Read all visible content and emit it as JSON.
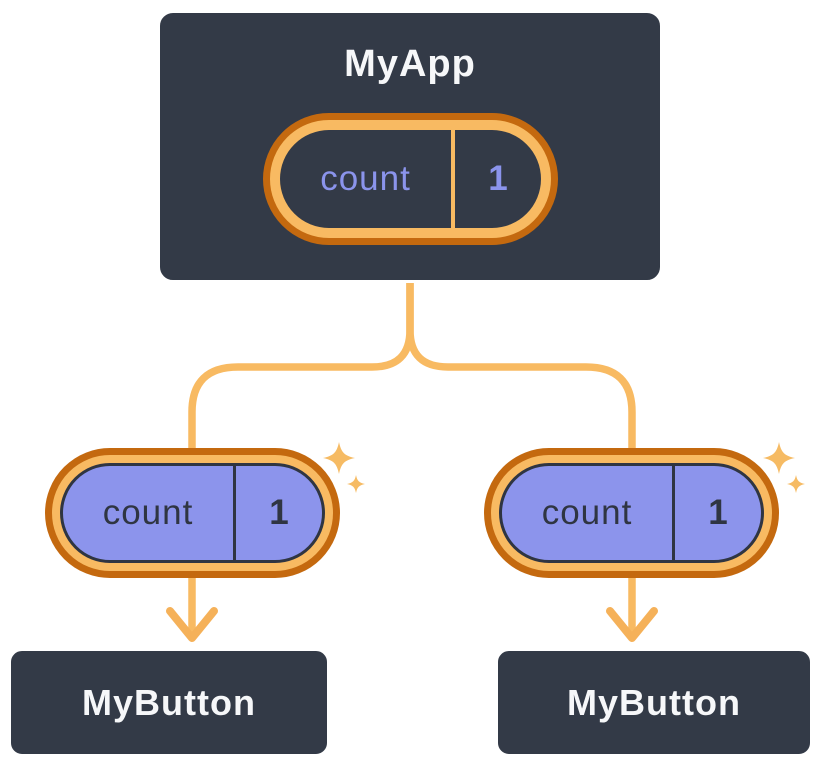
{
  "diagram": {
    "type": "react-component-tree",
    "root": {
      "title": "MyApp",
      "state": {
        "name": "count",
        "value": "1"
      }
    },
    "children": [
      {
        "title": "MyButton",
        "prop": {
          "name": "count",
          "value": "1"
        }
      },
      {
        "title": "MyButton",
        "prop": {
          "name": "count",
          "value": "1"
        }
      }
    ],
    "icons": [
      "sparkle-icon",
      "arrowhead-icon"
    ],
    "colors": {
      "node_background": "#333A47",
      "node_border": "#FFFFFF",
      "node_text": "#F6F7F9",
      "ring_outer_orange": "#C4690F",
      "ring_inner_orange": "#F8BA62",
      "connector_orange": "#F8BA62",
      "sparkle_orange": "#F6BB64",
      "state_purple": "#8C94EC",
      "state_text_light": "#8B94EC",
      "state_text_dark": "#2F3542",
      "page_background": "#FFFFFF"
    }
  }
}
